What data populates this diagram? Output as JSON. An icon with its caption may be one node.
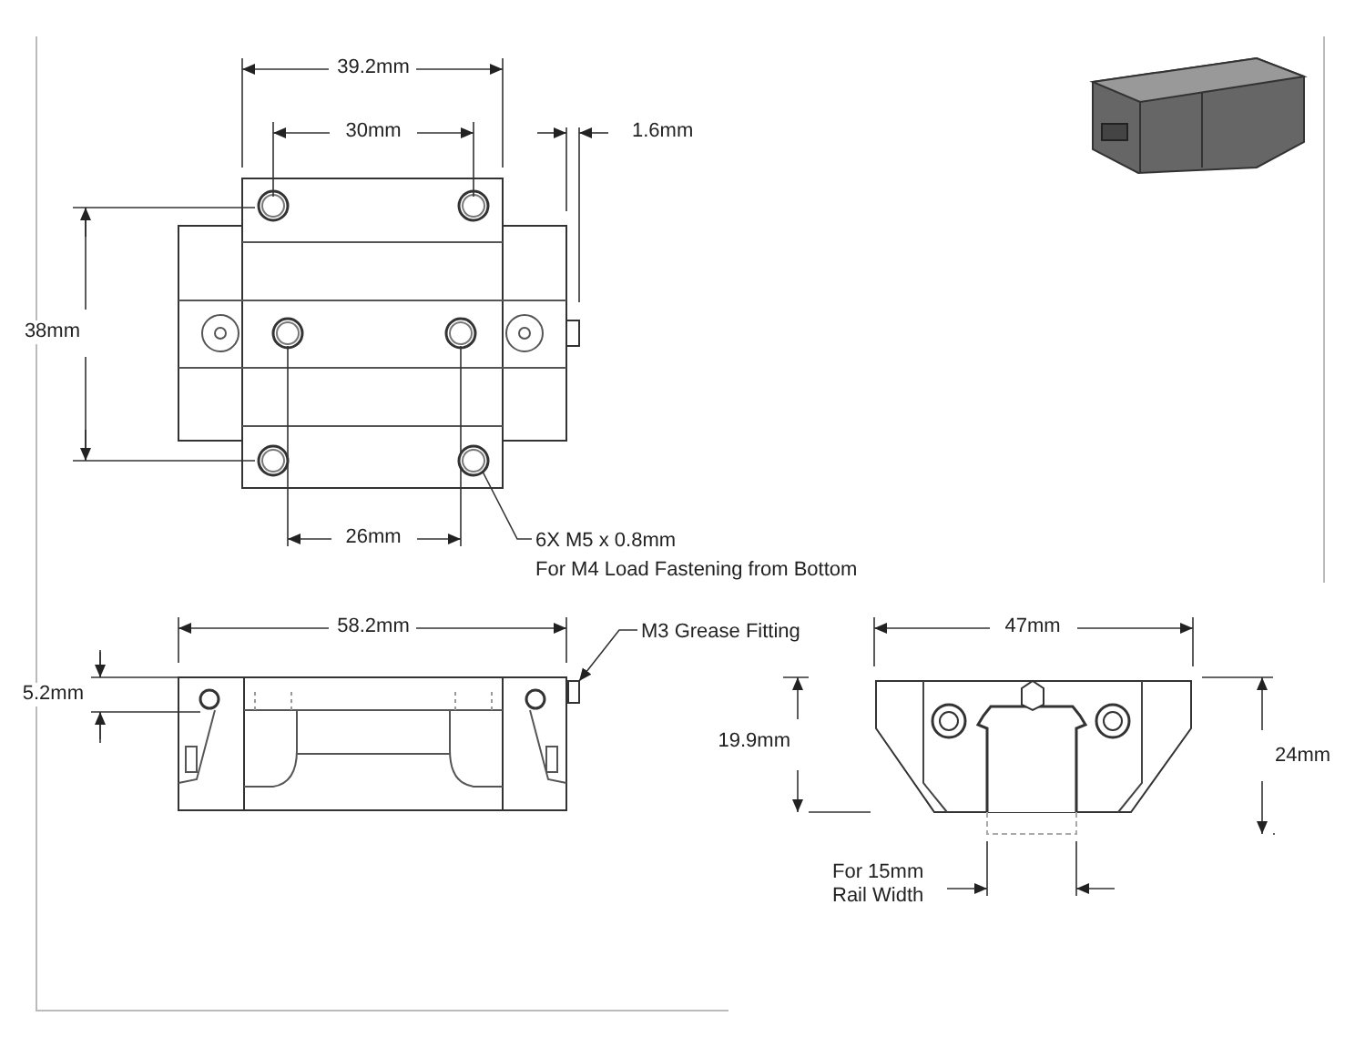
{
  "diagram": {
    "nodes": [
      {
        "text": [
          "6X M5 x 0.8mm",
          "For M4 Load Fastening from Bottom"
        ]
      },
      {
        "text": [],
        "shape": "circle"
      },
      {
        "text": [
          "M3 Grease Fitting"
        ]
      },
      {
        "text": [],
        "shape": "box"
      }
    ],
    "edges": [
      {
        "from": 0,
        "to": 1,
        "arrow": "none"
      },
      {
        "from": 2,
        "to": 3,
        "arrow": "to"
      }
    ],
    "labels": [
      "39.2mm",
      "30mm",
      "1.6mm",
      "38mm",
      "26mm",
      "58.2mm",
      "5.2mm",
      "47mm",
      "19.9mm",
      "24mm",
      "For 15mm Rail Width"
    ]
  }
}
